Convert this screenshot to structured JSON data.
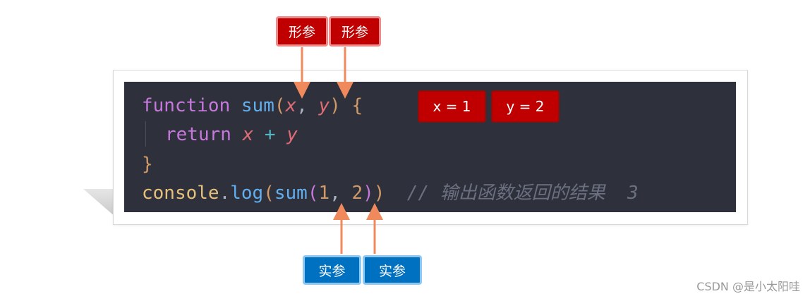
{
  "labels": {
    "param_1": "形参",
    "param_2": "形参",
    "arg_1": "实参",
    "arg_2": "实参",
    "x_value": "x = 1",
    "y_value": "y = 2"
  },
  "code": {
    "line1": {
      "kw": "function",
      "fn": "sum",
      "open": "(",
      "p1": "x",
      "comma": ", ",
      "p2": "y",
      "close": ")",
      "brace": " {"
    },
    "line2": {
      "kw": "return",
      "p1": "x",
      "op": " + ",
      "p2": "y"
    },
    "line3": {
      "brace": "}"
    },
    "line4": {
      "obj": "console",
      "dot": ".",
      "method": "log",
      "open1": "(",
      "fn": "sum",
      "open2": "(",
      "a1": "1",
      "comma": ", ",
      "a2": "2",
      "close2": ")",
      "close1": ")",
      "comment": "  // 输出函数返回的结果  3"
    }
  },
  "watermark": "CSDN @是小太阳哇",
  "colors": {
    "code_bg": "#2e303b",
    "param_tag": "#c00000",
    "arg_tag": "#0070c0",
    "arrow": "#f08a5d"
  }
}
